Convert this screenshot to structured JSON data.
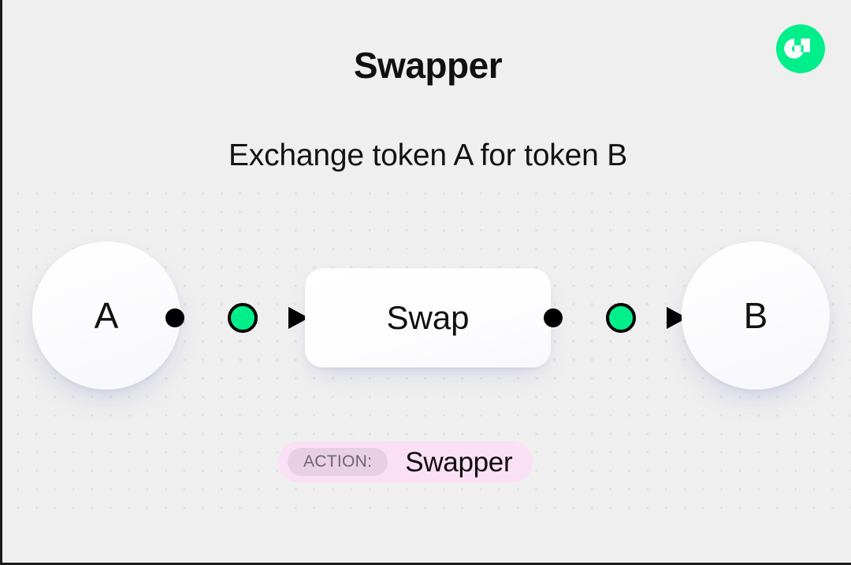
{
  "header": {
    "title": "Swapper",
    "subtitle": "Exchange token A for token B"
  },
  "brand": {
    "logo_icon": "flow-logo-icon",
    "logo_circle_color": "#00EF8B",
    "logo_mark_color": "#FFFFFF"
  },
  "diagram": {
    "input_node": {
      "label": "A",
      "shape": "circle"
    },
    "process_node": {
      "label": "Swap",
      "shape": "rounded-rect"
    },
    "output_node": {
      "label": "B",
      "shape": "circle"
    },
    "connectors": [
      {
        "name": "a-to-swap",
        "from": "A",
        "to": "Swap",
        "dot_color": "#000000",
        "node_color": "#00EF8B",
        "arrow_color": "#000000"
      },
      {
        "name": "swap-to-b",
        "from": "Swap",
        "to": "B",
        "dot_color": "#000000",
        "node_color": "#00EF8B",
        "arrow_color": "#000000"
      }
    ]
  },
  "action_badge": {
    "key_label": "ACTION:",
    "value_label": "Swapper",
    "background_color": "#FBDFF4",
    "key_background_color": "#E8CFE2"
  },
  "theme": {
    "page_background": "#EFEFEF",
    "frame_border": "#1B1B1B",
    "accent_green": "#00EF8B",
    "dot_grid_color": "#E0E0E0",
    "text_color": "#111111"
  }
}
